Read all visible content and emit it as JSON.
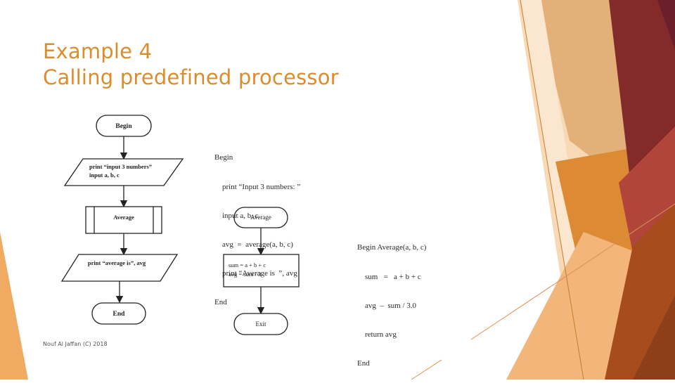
{
  "slide": {
    "title_line1": "Example 4",
    "title_line2": "Calling predefined processor",
    "footer": "Nouf Al Jaffan (C) 2018"
  },
  "flowchart_main": {
    "begin": "Begin",
    "input_line1": "print “input 3 numbers”",
    "input_line2": "input a, b, c",
    "process": "Average",
    "output": "print “average is”, avg",
    "end": "End"
  },
  "pseudocode_main": {
    "lines": [
      "Begin",
      "    print “Input 3 numbers: ”",
      "    input a, b, c",
      "    avg  =  average(a, b, c)",
      "    print “Average is  ”, avg",
      "End"
    ]
  },
  "flowchart_sub": {
    "start": "Average",
    "process_line1": "sum  =  a + b + c",
    "process_line2": "avg  =  sum / 3",
    "exit": "Exit"
  },
  "pseudocode_sub": {
    "lines": [
      "Begin Average(a, b, c)",
      "    sum   =   a + b + c",
      "    avg  –  sum / 3.0",
      "    return avg",
      "End"
    ]
  },
  "colors": {
    "title": "#d98d2c",
    "deco_dark_red": "#7c2430",
    "deco_orange": "#d9822b",
    "deco_light": "#f2c08e"
  }
}
